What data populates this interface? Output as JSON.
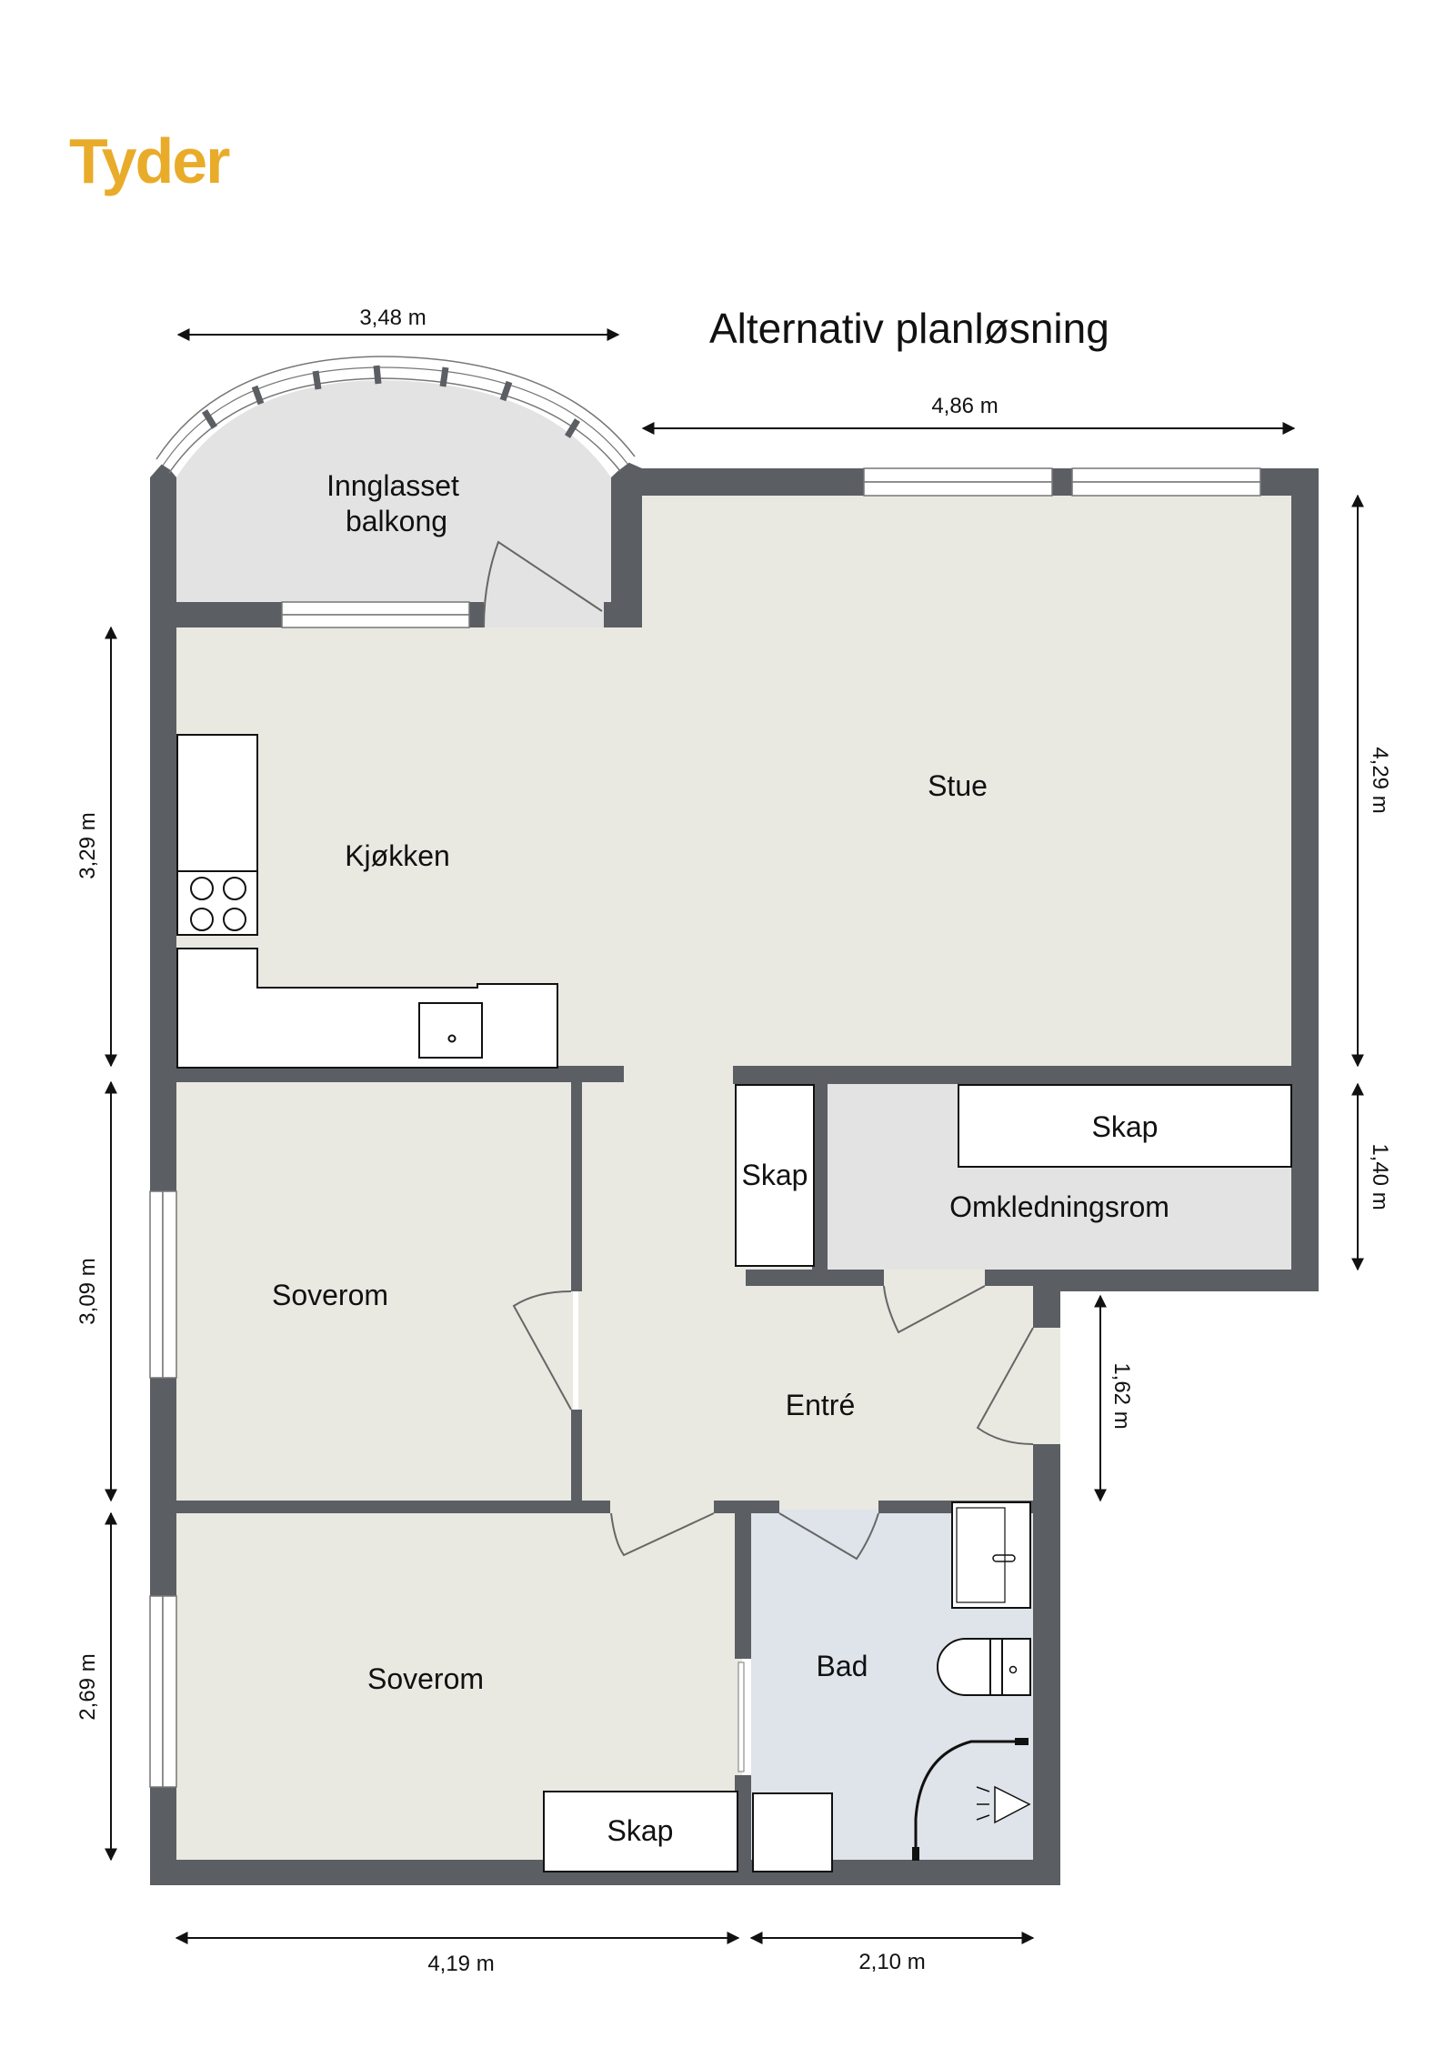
{
  "brand": {
    "name": "Tyder",
    "color": "#e9ac2a"
  },
  "title": "Alternativ planløsning",
  "colors": {
    "wall": "#5b5e63",
    "floor": "#e9e9e2",
    "balcony_floor": "#e3e3e3",
    "dressing_floor": "#e3e3e3",
    "bath_floor": "#dfe4ea",
    "fixture": "#ffffff",
    "line": "#111111"
  },
  "rooms": {
    "balcony": {
      "line1": "Innglasset",
      "line2": "balkong"
    },
    "kitchen": "Kjøkken",
    "living": "Stue",
    "bedroom_1": "Soverom",
    "bedroom_2": "Soverom",
    "hall": "Entré",
    "dressing": "Omkledningsrom",
    "bath": "Bad",
    "closet_hall": "Skap",
    "closet_dressing": "Skap",
    "closet_bedroom": "Skap"
  },
  "dimensions": {
    "balcony_width": "3,48 m",
    "living_width": "4,86 m",
    "living_depth": "4,29 m",
    "dressing_depth": "1,40 m",
    "hall_depth": "1,62 m",
    "kitchen_depth": "3,29 m",
    "bedroom1_depth": "3,09 m",
    "bedroom2_depth": "2,69 m",
    "bedroom2_width": "4,19 m",
    "bath_width": "2,10 m"
  }
}
